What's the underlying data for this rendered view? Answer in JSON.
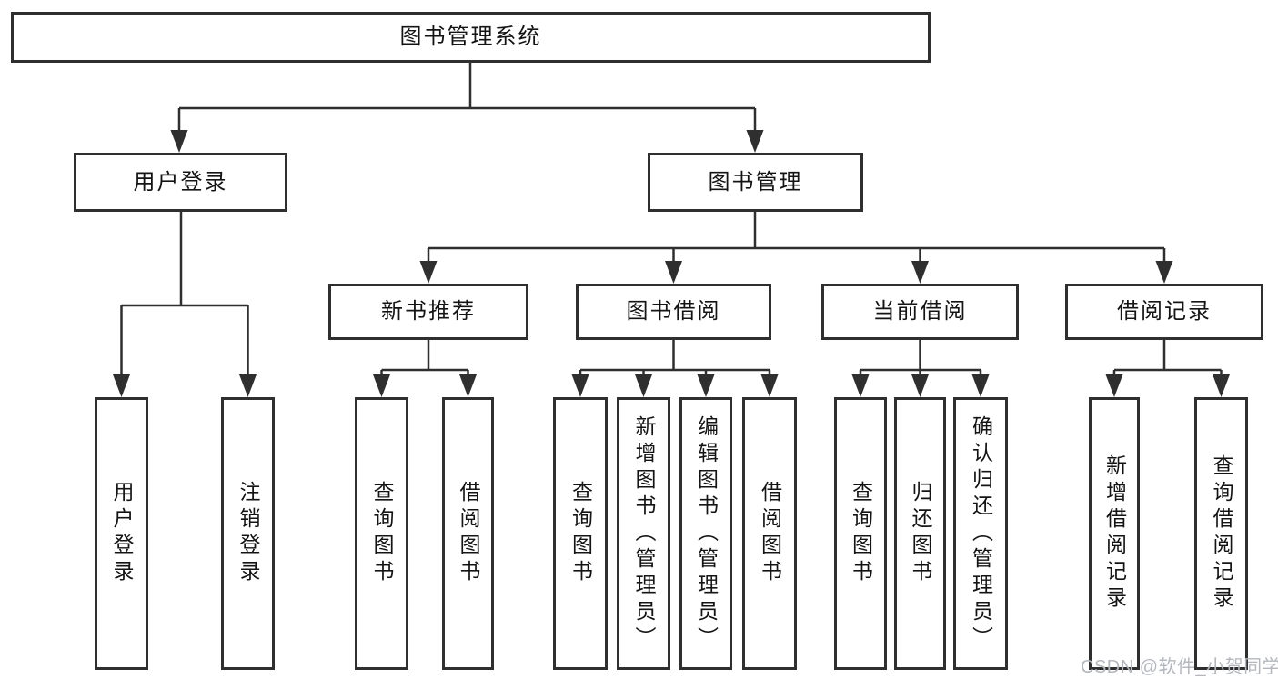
{
  "diagram": {
    "root": {
      "label": "图书管理系统"
    },
    "branches": [
      {
        "label": "用户登录",
        "children": [
          {
            "label": "用户登录"
          },
          {
            "label": "注销登录"
          }
        ]
      },
      {
        "label": "图书管理",
        "children": [
          {
            "label": "新书推荐",
            "children": [
              {
                "label": "查询图书"
              },
              {
                "label": "借阅图书"
              }
            ]
          },
          {
            "label": "图书借阅",
            "children": [
              {
                "label": "查询图书"
              },
              {
                "label": "新增图书（管理员）"
              },
              {
                "label": "编辑图书（管理员）"
              },
              {
                "label": "借阅图书"
              }
            ]
          },
          {
            "label": "当前借阅",
            "children": [
              {
                "label": "查询图书"
              },
              {
                "label": "归还图书"
              },
              {
                "label": "确认归还（管理员）"
              }
            ]
          },
          {
            "label": "借阅记录",
            "children": [
              {
                "label": "新增借阅记录"
              },
              {
                "label": "查询借阅记录"
              }
            ]
          }
        ]
      }
    ]
  },
  "watermark": {
    "text": "CSDN @软件_小贺同学",
    "color": "#b4b8bd"
  },
  "colors": {
    "line": "#2f2f2f",
    "box_border": "#2f2f2f",
    "text": "#141414",
    "background": "#ffffff"
  }
}
